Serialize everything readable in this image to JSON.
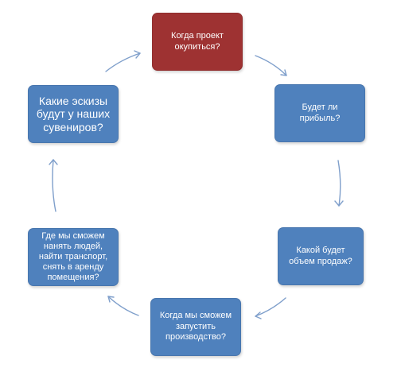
{
  "diagram": {
    "colors": {
      "highlight_fill": "#9e3232",
      "node_fill": "#4f81bd",
      "arrow": "#7f9fcb",
      "text": "#ffffff"
    },
    "nodes": [
      {
        "id": "n1",
        "label": "Когда проект окупиться?",
        "highlighted": true
      },
      {
        "id": "n2",
        "label": "Будет ли прибыль?",
        "highlighted": false
      },
      {
        "id": "n3",
        "label": "Какой будет объем продаж?",
        "highlighted": false
      },
      {
        "id": "n4",
        "label": "Когда мы сможем запустить производство?",
        "highlighted": false
      },
      {
        "id": "n5",
        "label": "Где мы сможем нанять людей, найти транспорт, снять в аренду помещения?",
        "highlighted": false
      },
      {
        "id": "n6",
        "label": "Какие эскизы будут у наших сувениров?",
        "highlighted": false
      }
    ]
  }
}
